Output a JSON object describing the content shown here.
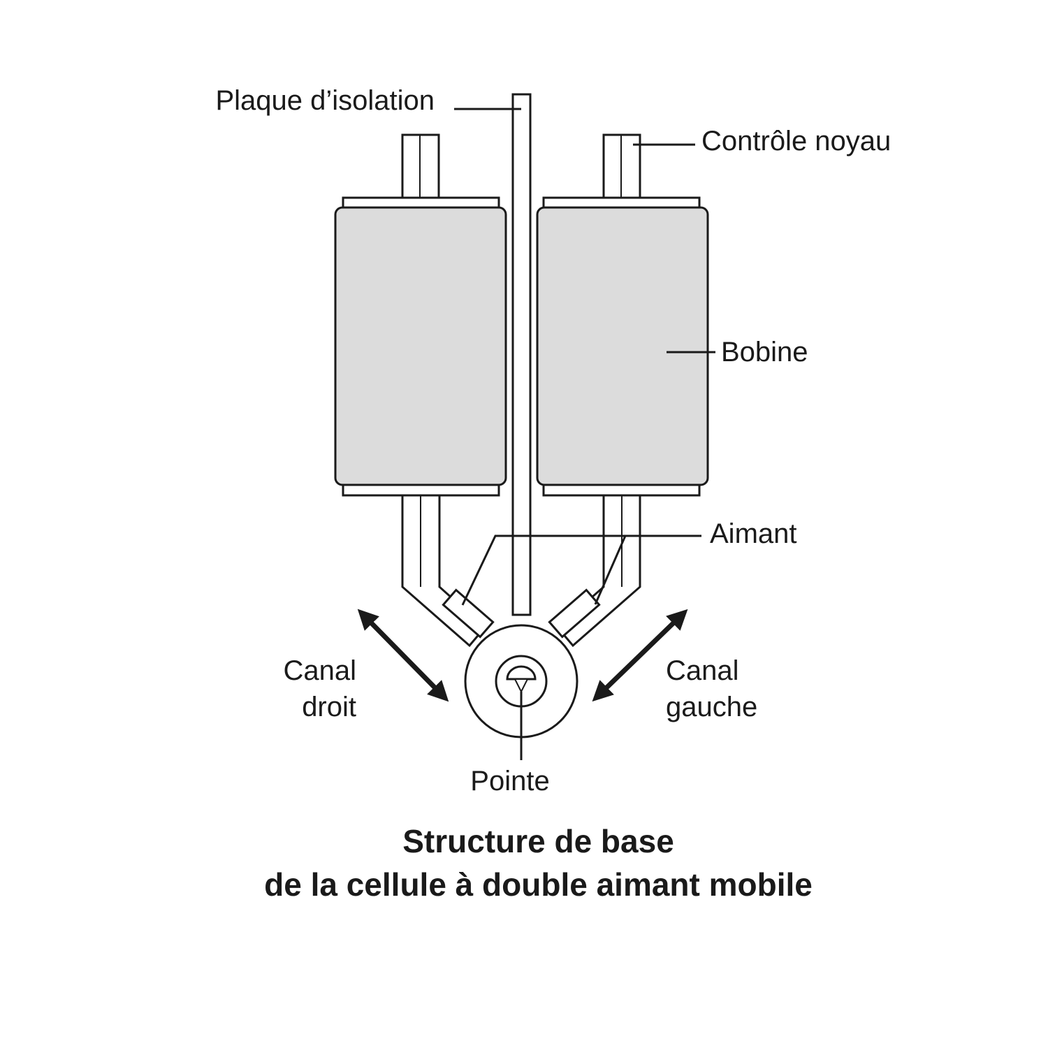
{
  "labels": {
    "insulation_plate": "Plaque d’isolation",
    "core_control": "Contrôle noyau",
    "coil": "Bobine",
    "magnet": "Aimant",
    "right_channel_line1": "Canal",
    "right_channel_line2": "droit",
    "left_channel_line1": "Canal",
    "left_channel_line2": "gauche",
    "stylus": "Pointe"
  },
  "caption": {
    "line1": "Structure de base",
    "line2": "de la cellule à double aimant mobile"
  },
  "colors": {
    "ink": "#1a1a1a",
    "coil_fill": "#dcdcdc",
    "background": "#ffffff"
  }
}
